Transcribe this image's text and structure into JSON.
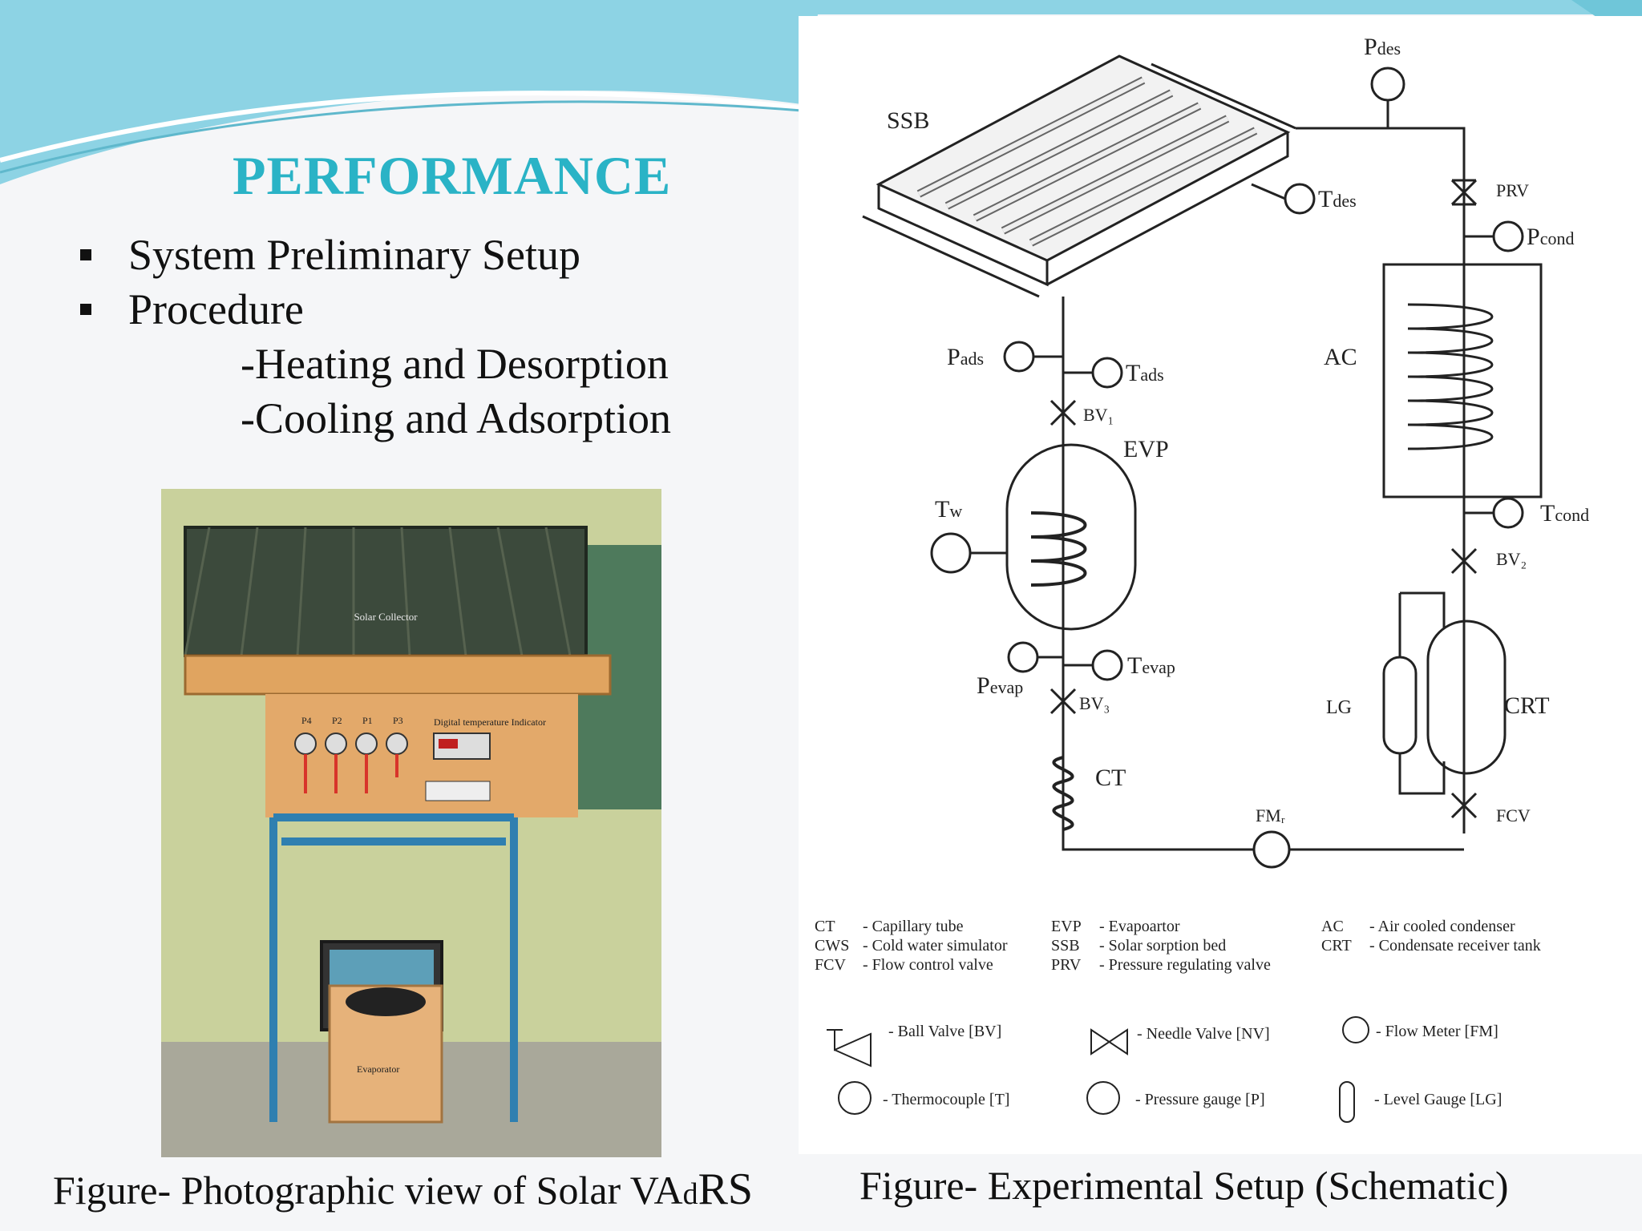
{
  "slide": {
    "title": "PERFORMANCE",
    "bullets": [
      "System Preliminary Setup",
      "Procedure"
    ],
    "sub_items": [
      "-Heating and Desorption",
      "-Cooling and Adsorption"
    ]
  },
  "photo": {
    "labels": {
      "collector": "Solar Collector",
      "gauge_p4": "P4",
      "gauge_p2": "P2",
      "gauge_p1": "P1",
      "gauge_p3": "P3",
      "indicator": "Digital temperature Indicator",
      "evaporator": "Evaporator"
    },
    "caption_start": "Figure- Photographic view of Solar VA",
    "caption_sub": "d",
    "caption_end": "RS"
  },
  "schematic": {
    "caption": "Figure- Experimental Setup (Schematic)",
    "labels": {
      "ssb": "SSB",
      "p": "P",
      "t": "T",
      "des": "des",
      "cond": "cond",
      "ads": "ads",
      "evap": "evap",
      "w": "w",
      "prv": "PRV",
      "ac": "AC",
      "evp": "EVP",
      "bv1": "BV₁",
      "bv2": "BV₂",
      "bv3": "BV₃",
      "ct": "CT",
      "lg": "LG",
      "crt": "CRT",
      "fcv": "FCV",
      "fm": "FMᵣ"
    },
    "legend_abbrev": [
      {
        "code": "CT",
        "text": "- Capillary tube"
      },
      {
        "code": "CWS",
        "text": "- Cold water simulator"
      },
      {
        "code": "FCV",
        "text": "-  Flow control valve"
      },
      {
        "code": "EVP",
        "text": "- Evapoartor"
      },
      {
        "code": "SSB",
        "text": "- Solar sorption bed"
      },
      {
        "code": "PRV",
        "text": "- Pressure regulating valve"
      },
      {
        "code": "AC",
        "text": "- Air cooled condenser"
      },
      {
        "code": "CRT",
        "text": "- Condensate receiver tank"
      }
    ],
    "legend_symbols": [
      "- Ball Valve [BV]",
      "- Needle Valve [NV]",
      "- Flow Meter [FM]",
      "- Thermocouple [T]",
      "- Pressure gauge [P]",
      "- Level Gauge [LG]"
    ]
  },
  "colors": {
    "title": "#2ab3c6",
    "swoosh": "#7ccfe0",
    "wall": "#c7d09a",
    "box": "#e3a96a",
    "frame": "#2f7fb0"
  }
}
